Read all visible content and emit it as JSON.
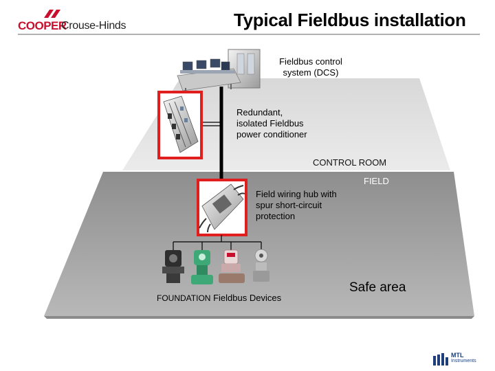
{
  "header": {
    "logo_brand": "COOPER",
    "logo_sub": "Crouse-Hinds",
    "title": "Typical Fieldbus installation"
  },
  "labels": {
    "dcs": [
      "Fieldbus control",
      "system (DCS)"
    ],
    "power_conditioner": [
      "Redundant,",
      "isolated Fieldbus",
      "power conditioner"
    ],
    "control_room": "CONTROL ROOM",
    "field": "FIELD",
    "wiring_hub": [
      "Field wiring hub with",
      "spur short-circuit",
      "protection"
    ],
    "devices_prefix": "FOUNDATION",
    "devices_suffix": "Fieldbus Devices",
    "safe_area": "Safe area"
  },
  "footer": {
    "logo_mark": "MTL",
    "logo_sub": "Instruments"
  },
  "colors": {
    "brand_red": "#c8102e",
    "highlight_red": "#e01e1e",
    "control_room_floor": "#e6e6e6",
    "field_floor": "#a8a8a8",
    "trunk_cable": "#000000"
  }
}
